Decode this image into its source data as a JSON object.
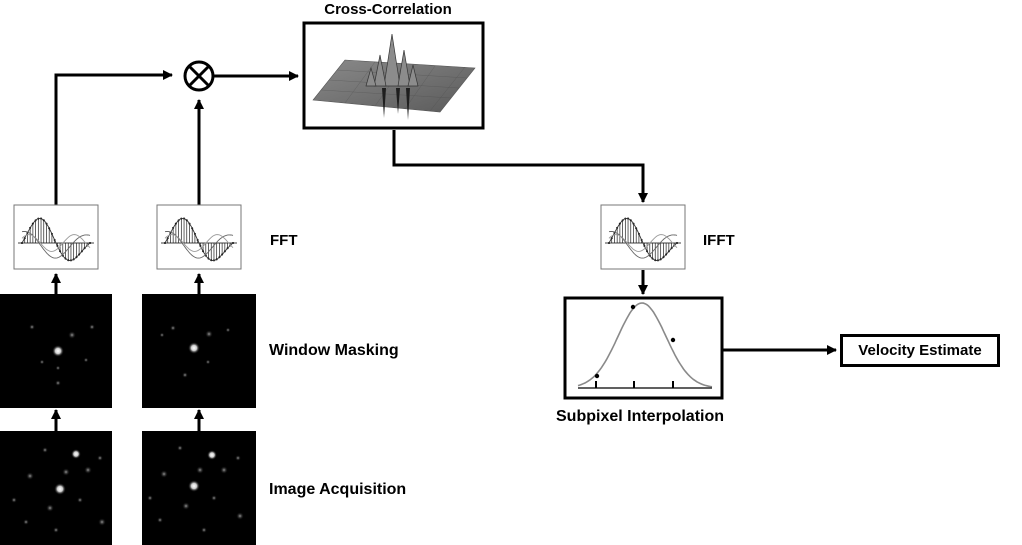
{
  "labels": {
    "cross_correlation": "Cross-Correlation",
    "fft": "FFT",
    "ifft": "IFFT",
    "window_masking": "Window Masking",
    "image_acquisition": "Image Acquisition",
    "subpixel_interpolation": "Subpixel Interpolation",
    "velocity_estimate": "Velocity Estimate"
  },
  "symbols": {
    "multiply": "⊗"
  },
  "colors": {
    "stroke": "#000000",
    "particle_bg": "#000000",
    "gauss_curve": "#8a8a8a",
    "surface": "#6e6e6e"
  }
}
